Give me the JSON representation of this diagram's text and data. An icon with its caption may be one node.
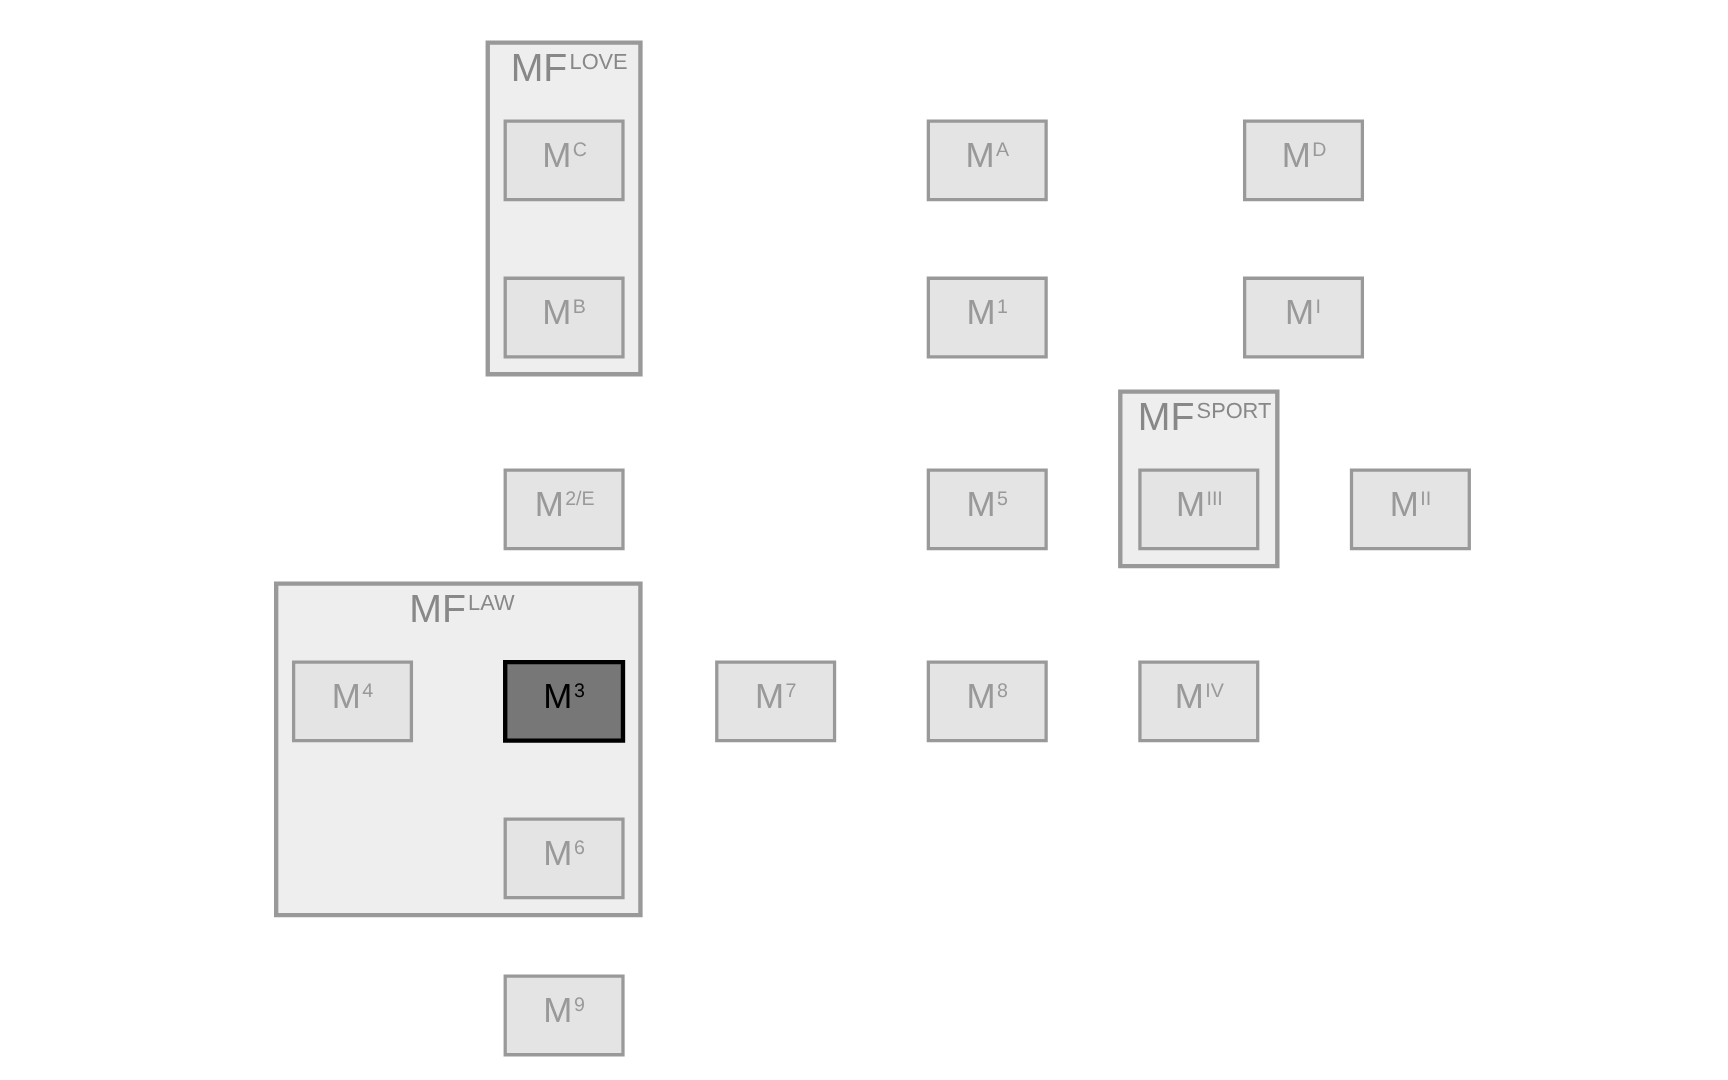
{
  "diagram": {
    "nodes": [
      {
        "text": [
          "MF$^{LOVE}$"
        ]
      },
      {
        "text": [
          "M$^{A}$"
        ]
      },
      {
        "text": [
          "M$^{C}$"
        ],
        "in": 0
      },
      {
        "text": [
          "M$^{D}$"
        ]
      },
      {
        "text": [
          "M$^{B}$"
        ],
        "in": 0
      },
      {
        "text": [
          "M$^{I}$"
        ]
      },
      {
        "text": [
          "M$^{2/E}$"
        ]
      },
      {
        "text": [
          "M$^{1}$"
        ]
      },
      {
        "text": [
          "MF$^{LAW}$"
        ]
      },
      {
        "text": [
          "M$^{3}$"
        ],
        "in": 8
      },
      {
        "text": [
          "M$^{4}$"
        ],
        "in": 8
      },
      {
        "text": [
          "MF$^{SPORT}$"
        ]
      },
      {
        "text": [
          "M$^{II}$"
        ]
      },
      {
        "text": [
          "M$^{III}$"
        ],
        "in": 11
      },
      {
        "text": [
          "M$^{7}$"
        ]
      },
      {
        "text": [
          "M$^{5}$"
        ]
      },
      {
        "text": [
          "M$^{6}$"
        ],
        "in": 8
      },
      {
        "text": [
          "M$^{8}$"
        ]
      },
      {
        "text": [
          "M$^{9}$"
        ]
      },
      {
        "text": [
          "M$^{IV}$"
        ]
      }
    ]
  }
}
